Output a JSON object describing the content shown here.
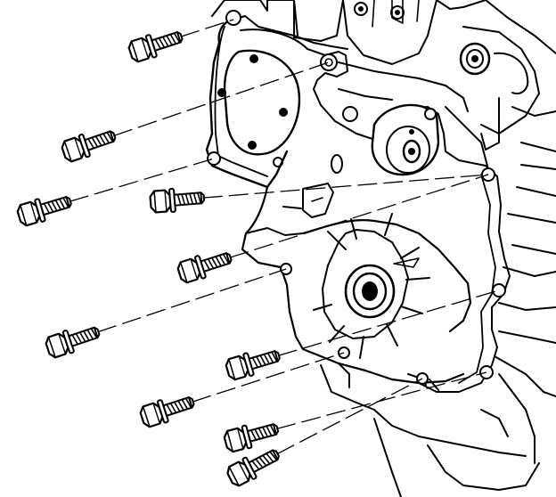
{
  "figure": {
    "labels": [],
    "bolts": [
      {
        "id": "bolt-1",
        "thread_turns": 6
      },
      {
        "id": "bolt-2",
        "thread_turns": 6
      },
      {
        "id": "bolt-3",
        "thread_turns": 6
      },
      {
        "id": "bolt-4",
        "thread_turns": 6
      },
      {
        "id": "bolt-5",
        "thread_turns": 6
      },
      {
        "id": "bolt-6",
        "thread_turns": 6
      },
      {
        "id": "bolt-7",
        "thread_turns": 6
      },
      {
        "id": "bolt-8",
        "thread_turns": 6
      },
      {
        "id": "bolt-9",
        "thread_turns": 6
      },
      {
        "id": "bolt-10",
        "thread_turns": 6
      }
    ]
  }
}
